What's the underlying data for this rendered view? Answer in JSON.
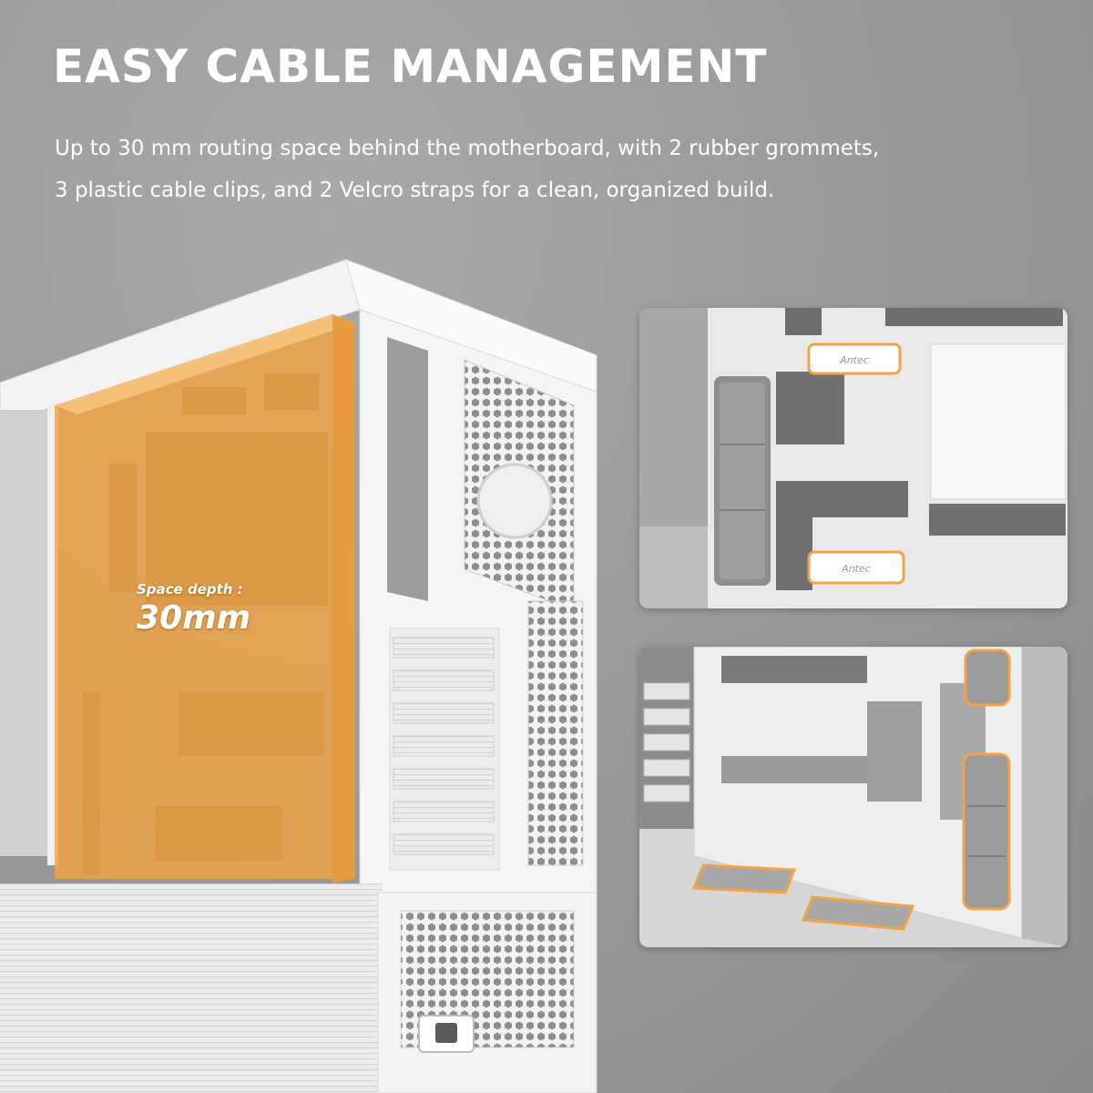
{
  "header": {
    "title": "EASY CABLE MANAGEMENT",
    "subtitle_line1": "Up to 30 mm routing space behind the motherboard, with 2 rubber grommets,",
    "subtitle_line2": "3 plastic cable clips, and 2 Velcro straps for a clean, organized build."
  },
  "case_illustration": {
    "depth_caption": "Space depth :",
    "depth_value": "30mm"
  },
  "detail_panels": {
    "clip_brand_1": "Antec",
    "clip_brand_2": "Antec"
  },
  "colors": {
    "highlight_orange": "#f0a444",
    "case_white": "#f4f4f4",
    "background_gray": "#9d9d9d"
  }
}
